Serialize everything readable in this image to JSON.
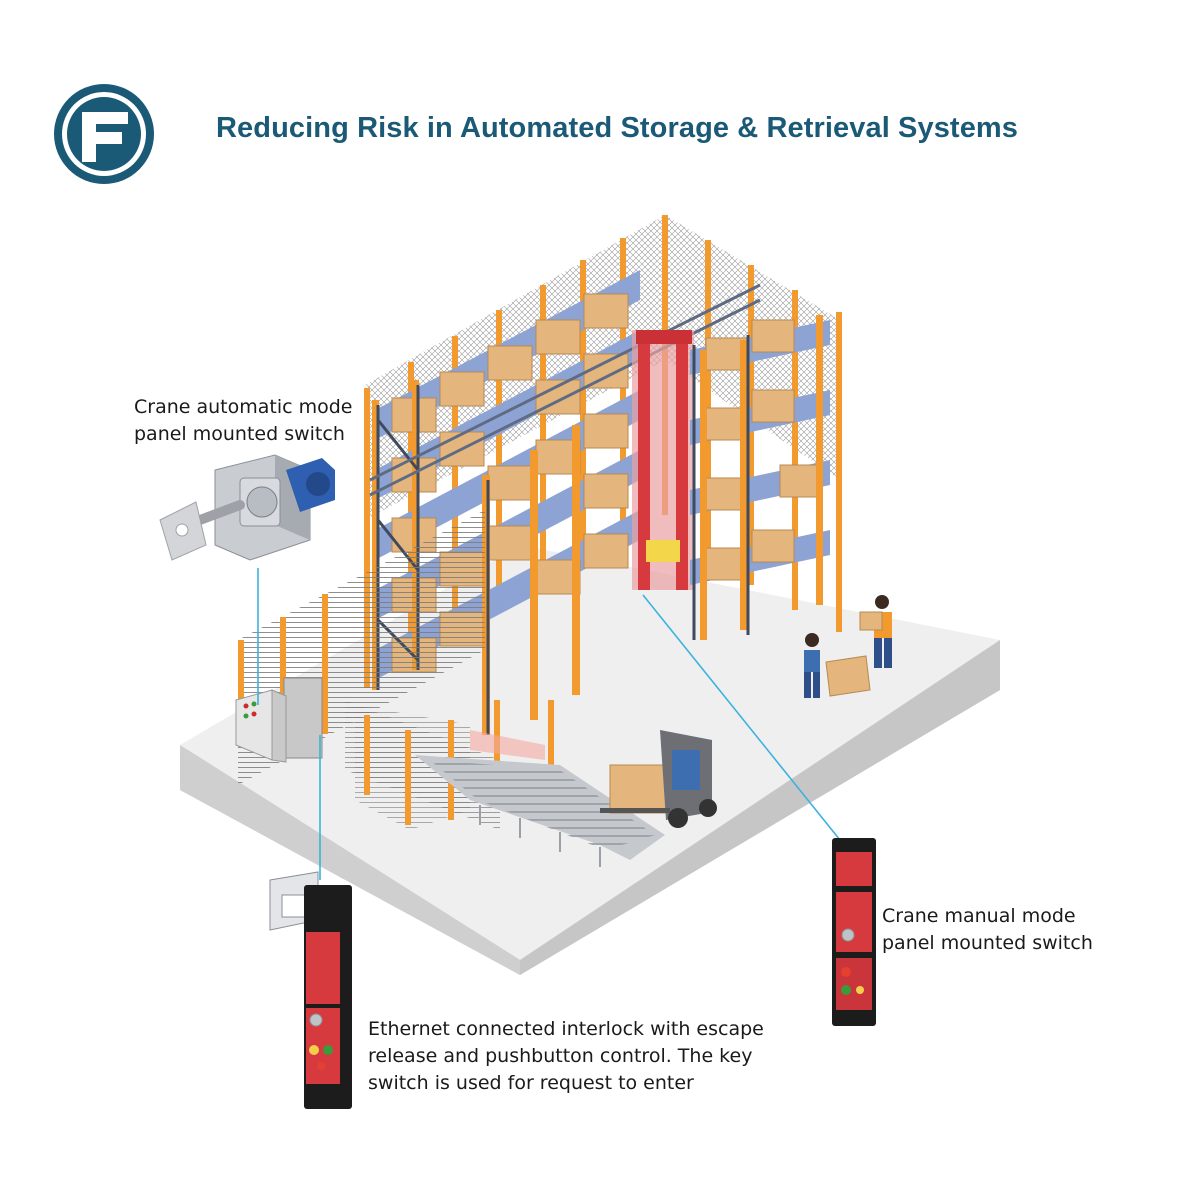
{
  "header": {
    "title": "Reducing Risk in Automated Storage & Retrieval Systems",
    "logo_icon": "brand-logo-icon"
  },
  "colors": {
    "brand": "#1b5a77",
    "rack_orange": "#f29a2e",
    "rack_steel": "#3f4a5c",
    "crane_red": "#d63a3f",
    "box_tan": "#e7bd86",
    "floor": "#eeeeee",
    "callout_line": "#3db1e0"
  },
  "callouts": {
    "auto_mode": {
      "lines": [
        "Crane automatic mode",
        "panel mounted switch"
      ],
      "icon": "key-switch-icon"
    },
    "manual_mode": {
      "lines": [
        "Crane manual mode",
        "panel mounted switch"
      ],
      "icon": "panel-switch-icon"
    },
    "ethernet_interlock": {
      "lines": [
        "Ethernet connected interlock with escape",
        "release and pushbutton control. The key",
        "switch is used for request to enter"
      ],
      "icon": "interlock-icon"
    }
  }
}
